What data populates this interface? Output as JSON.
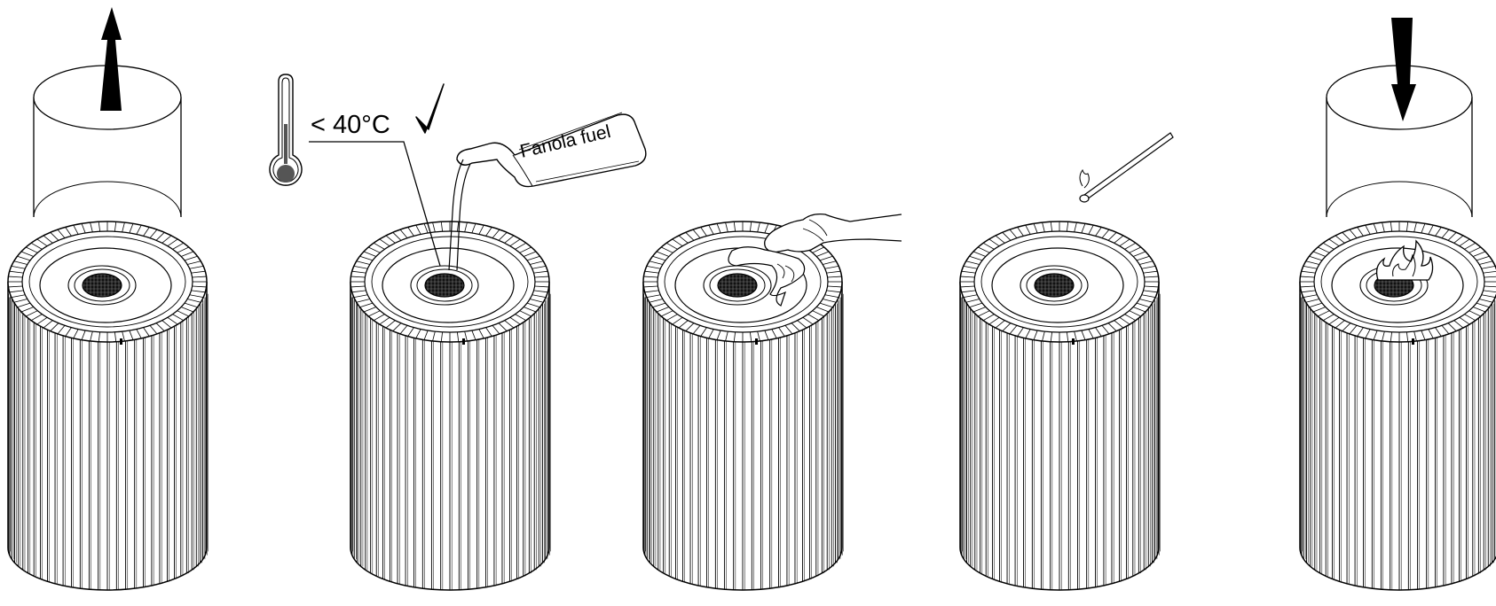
{
  "steps": [
    {
      "action": "remove-glass",
      "arrow": "up"
    },
    {
      "action": "fill-fuel"
    },
    {
      "action": "wipe-spills"
    },
    {
      "action": "ignite"
    },
    {
      "action": "replace-glass",
      "arrow": "down"
    }
  ],
  "temperature_label": "< 40°C",
  "bottle_label": "Fanola fuel",
  "colors": {
    "ink": "#000000",
    "paper": "#ffffff"
  },
  "icons": [
    "arrow-up-icon",
    "thermometer-icon",
    "checkmark-icon",
    "fuel-bottle-icon",
    "hand-cloth-icon",
    "match-icon",
    "flame-icon",
    "arrow-down-icon"
  ]
}
